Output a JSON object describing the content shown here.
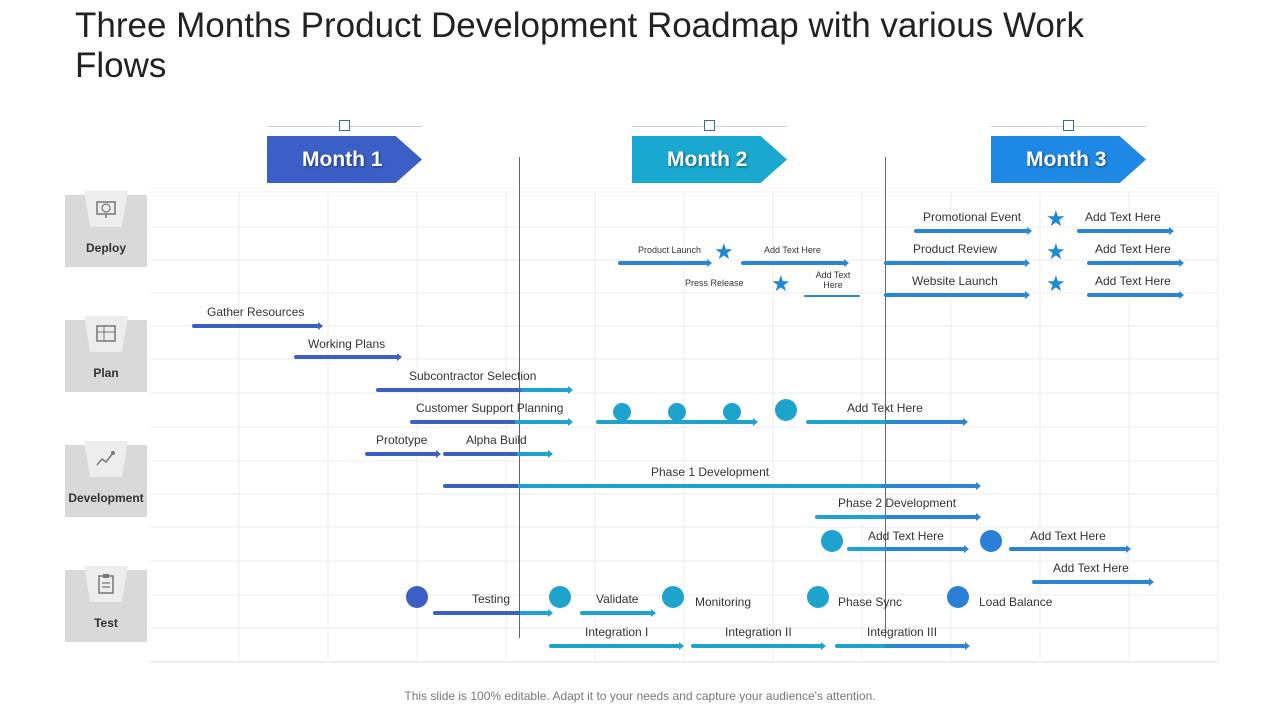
{
  "title": "Three Months Product Development Roadmap with various Work Flows",
  "footer": "This slide is 100% editable. Adapt it to your needs and capture your audience's attention.",
  "months": [
    "Month 1",
    "Month 2",
    "Month 3"
  ],
  "colors": {
    "month1": "#3b5fc4",
    "month2": "#1aa7d0",
    "month3": "#1e88e5"
  },
  "categories": [
    {
      "label": "Deploy",
      "icon": "globe-monitor-icon"
    },
    {
      "label": "Plan",
      "icon": "blueprint-icon"
    },
    {
      "label": "Development",
      "icon": "chart-hand-icon"
    },
    {
      "label": "Test",
      "icon": "clipboard-icon"
    }
  ],
  "tasks": {
    "promotional_event": "Promotional Event",
    "add_text_1": "Add Text Here",
    "product_review": "Product Review",
    "add_text_2": "Add Text Here",
    "website_launch": "Website Launch",
    "add_text_3": "Add Text Here",
    "product_launch": "Product Launch",
    "add_text_small": "Add Text Here",
    "press_release": "Press Release",
    "add_text_two_line_a": "Add Text",
    "add_text_two_line_b": "Here",
    "gather_resources": "Gather Resources",
    "working_plans": "Working Plans",
    "subcontractor_selection": "Subcontractor Selection",
    "customer_support_planning": "Customer Support Planning",
    "add_text_4": "Add Text Here",
    "prototype": "Prototype",
    "alpha_build": "Alpha Build",
    "phase1": "Phase 1 Development",
    "phase2": "Phase 2 Development",
    "add_text_5": "Add Text Here",
    "add_text_6": "Add Text Here",
    "add_text_7": "Add Text Here",
    "testing": "Testing",
    "validate": "Validate",
    "monitoring": "Monitoring",
    "phase_sync": "Phase Sync",
    "load_balance": "Load Balance",
    "integration1": "Integration I",
    "integration2": "Integration II",
    "integration3": "Integration III"
  }
}
